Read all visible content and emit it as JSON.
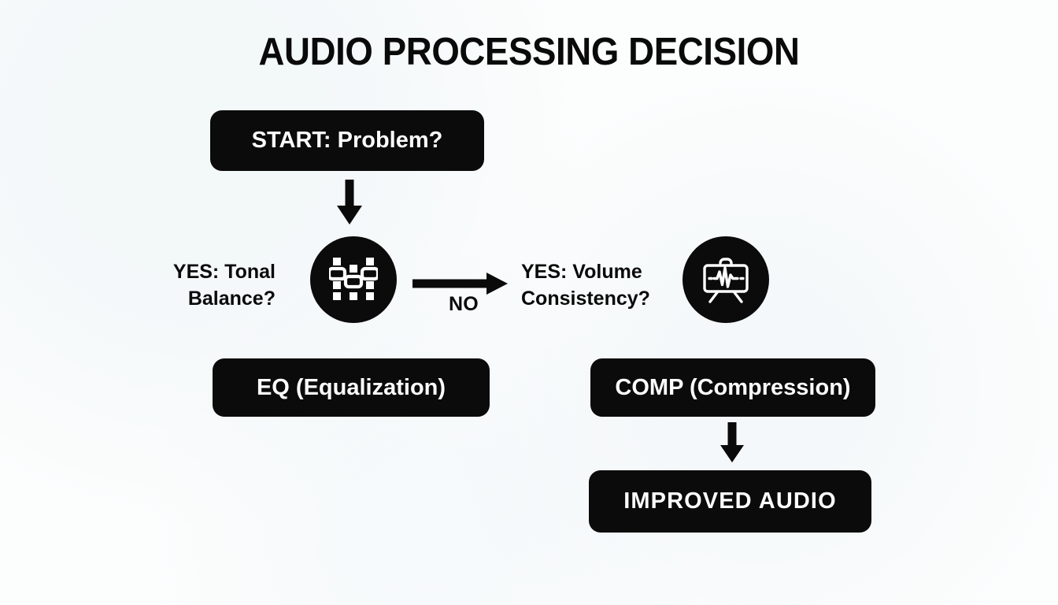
{
  "diagram": {
    "title": "AUDIO PROCESSING DECISION",
    "background_color": "#fcfdfd",
    "node_color": "#0b0b0b",
    "node_text_color": "#fdfdfd",
    "label_text_color": "#0a0a0a",
    "nodes": [
      {
        "id": "start",
        "label": "START: Problem?"
      },
      {
        "id": "eq",
        "label": "EQ (Equalization)"
      },
      {
        "id": "comp",
        "label": "COMP (Compression)"
      },
      {
        "id": "output",
        "label": "IMPROVED AUDIO"
      }
    ],
    "decisions": [
      {
        "id": "tonal",
        "line1": "YES: Tonal",
        "line2": "Balance?"
      },
      {
        "id": "volume",
        "line1": "YES: Volume",
        "line2": "Consistency?"
      }
    ],
    "icons": [
      {
        "id": "equalizer-sliders",
        "name": "equalizer-sliders-icon"
      },
      {
        "id": "waveform-monitor",
        "name": "waveform-monitor-icon"
      }
    ],
    "edges": [
      {
        "id": "start-to-decision",
        "direction": "down",
        "label": ""
      },
      {
        "id": "tonal-to-volume",
        "direction": "right",
        "label": "NO"
      },
      {
        "id": "comp-to-output",
        "direction": "down",
        "label": ""
      }
    ]
  }
}
